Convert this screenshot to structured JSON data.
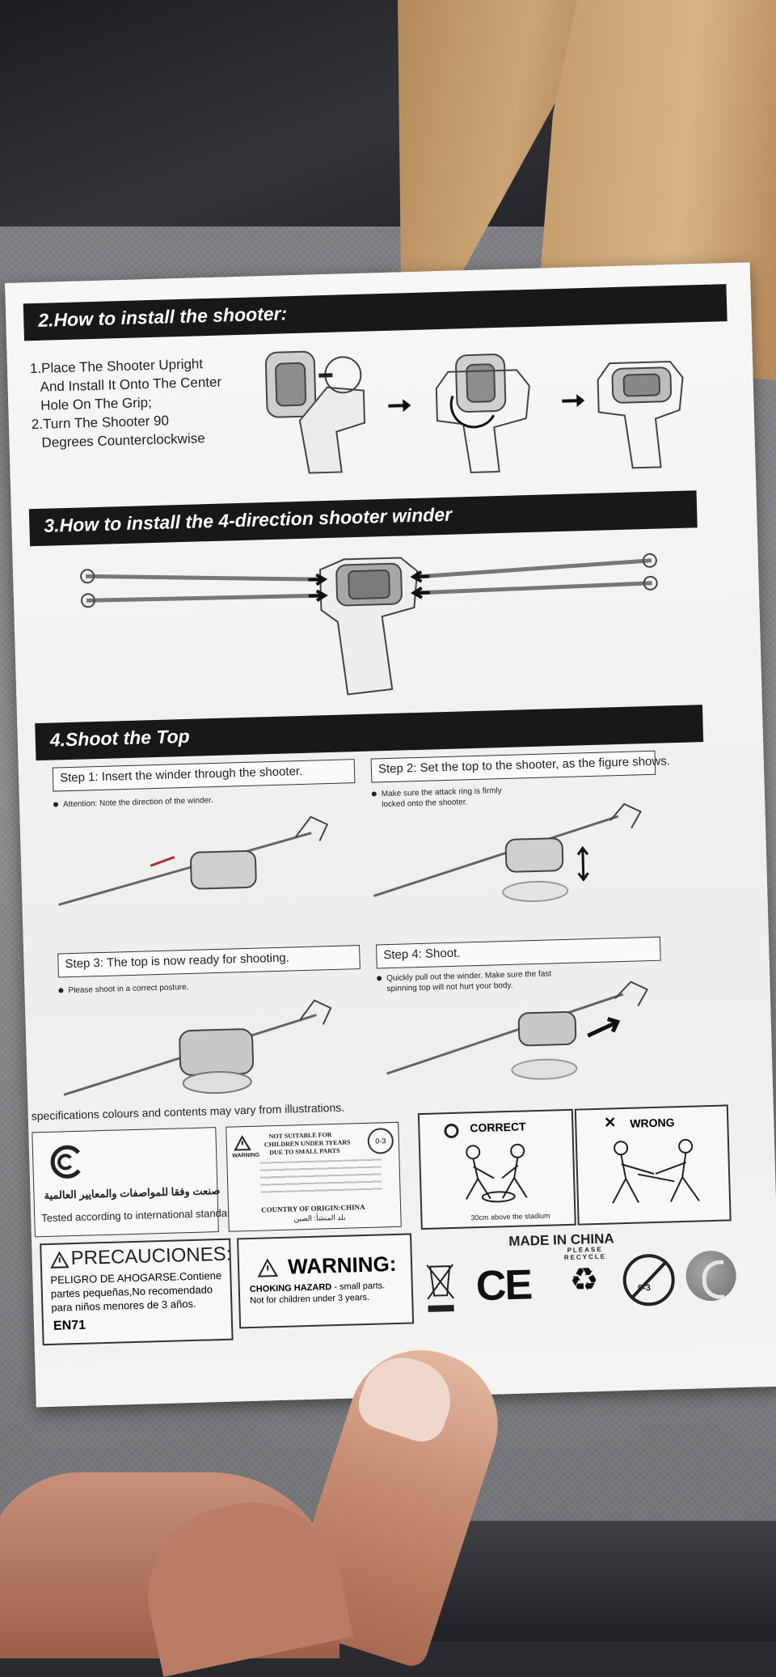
{
  "section2": {
    "title": "2.How to install the shooter:",
    "step1_line1": "1.Place The Shooter Upright",
    "step1_line2": "And Install It Onto The Center",
    "step1_line3": "Hole On The Grip;",
    "step2_line1": "2.Turn The Shooter 90",
    "step2_line2": "Degrees Counterclockwise"
  },
  "section3": {
    "title": "3.How to install the 4-direction shooter winder"
  },
  "section4": {
    "title": "4.Shoot the Top",
    "step1": "Step 1: Insert the winder through the shooter.",
    "step1_note": "Attention: Note the direction of the winder.",
    "step2": "Step 2: Set the top to the shooter, as the figure shows.",
    "step2_note_line1": "Make sure the attack ring is firmly",
    "step2_note_line2": "locked onto the shooter.",
    "step3": "Step 3: The top is now ready for shooting.",
    "step3_note": "Please shoot in a correct posture.",
    "step4": "Step 4: Shoot.",
    "step4_note_line1": "Quickly pull out the winder. Make sure the fast",
    "step4_note_line2": "spinning top will not hurt your body."
  },
  "footer": {
    "spec_note": "specifications colours and contents may vary from illustrations.",
    "standards_arabic": "صنعت وفقا للمواصفات والمعايير العالمية",
    "standards_english": "Tested according to international standards",
    "warning_small_line1": "NOT SUITABLE FOR",
    "warning_small_line2": "CHILDREN UNDER 3YEARS",
    "warning_small_line3": "DUE TO SMALL PARTS",
    "warning_small_label": "WARNING",
    "country": "COUNTRY OF ORIGIN:CHINA",
    "country_arabic": "بلد المنشأ: الصين",
    "age_badge": "0-3",
    "correct_label": "CORRECT",
    "wrong_label": "WRONG",
    "correct_caption": "30cm above the stadium",
    "made_in": "MADE IN CHINA",
    "precauciones_title": "PRECAUCIONES:",
    "precauciones_line1": "PELIGRO DE AHOGARSE.Contiene",
    "precauciones_line2": "partes pequeñas,No recomendado",
    "precauciones_line3": "para niños menores de 3 años.",
    "en71": "EN71",
    "warning_title": "WARNING:",
    "choking_line1_bold": "CHOKING HAZARD",
    "choking_line1_rest": " - small parts.",
    "choking_line2": "Not for children under 3 years.",
    "ce_mark": "CE",
    "recycle_text": "PLEASE RECYCLE"
  }
}
